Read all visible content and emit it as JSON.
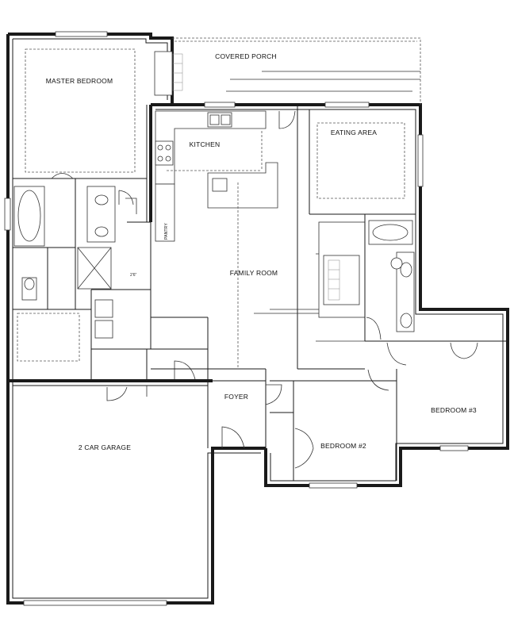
{
  "rooms": {
    "covered_porch": "COVERED PORCH",
    "master_bedroom": "MASTER BEDROOM",
    "kitchen": "KITCHEN",
    "eating_area": "EATING AREA",
    "family_room": "FAMILY ROOM",
    "pantry": "PANTRY",
    "foyer": "FOYER",
    "bedroom_2": "BEDROOM #2",
    "bedroom_3": "BEDROOM #3",
    "garage": "2 CAR GARAGE"
  }
}
